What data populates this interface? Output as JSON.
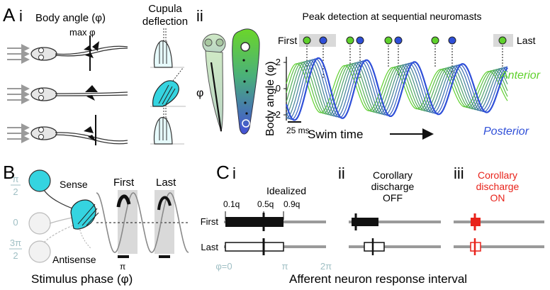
{
  "panels": {
    "A": {
      "letter": "A",
      "i": {
        "numeral": "i",
        "col1_title": "Body angle (φ)",
        "col2_title_line1": "Cupula",
        "col2_title_line2": "deflection",
        "max_label": "max φ"
      },
      "ii": {
        "numeral": "ii",
        "title": "Peak detection at sequential neuromasts",
        "first_label": "First",
        "last_label": "Last",
        "phi_label": "φ",
        "ylabel": "Body angle (φ)",
        "yticks": [
          "2",
          "0",
          "-2"
        ],
        "scale_label": "25 ms",
        "xlabel": "Swim time",
        "anterior_label": "Anterior",
        "posterior_label": "Posterior"
      }
    },
    "B": {
      "letter": "B",
      "phase_labels": [
        {
          "num": "π",
          "den": "2"
        },
        {
          "plain": "0"
        },
        {
          "num": "3π",
          "den": "2"
        }
      ],
      "sense_label": "Sense",
      "antisense_label": "Antisense",
      "first_label": "First",
      "last_label": "Last",
      "pi_label": "π",
      "xlabel": "Stimulus phase (φ)"
    },
    "C": {
      "letter": "C",
      "i": {
        "numeral": "i",
        "title": "Idealized",
        "q_labels": [
          "0.1q",
          "0.5q",
          "0.9q"
        ],
        "row_labels": [
          "First",
          "Last"
        ],
        "axis_ticks": [
          "φ=0",
          "π",
          "2π"
        ]
      },
      "ii": {
        "numeral": "ii",
        "title_line1": "Corollary",
        "title_line2": "discharge",
        "title_line3": "OFF"
      },
      "iii": {
        "numeral": "iii",
        "title_line1": "Corollary",
        "title_line2": "discharge",
        "title_line3": "ON"
      },
      "xlabel": "Afferent neuron response interval"
    }
  },
  "colors": {
    "anterior": "#5fd12c",
    "posterior": "#2f4fd8",
    "cupula": "#35d4e0",
    "corollary_on": "#e8231b",
    "track": "#9a9a9a",
    "shade": "#d9d9d9"
  }
}
